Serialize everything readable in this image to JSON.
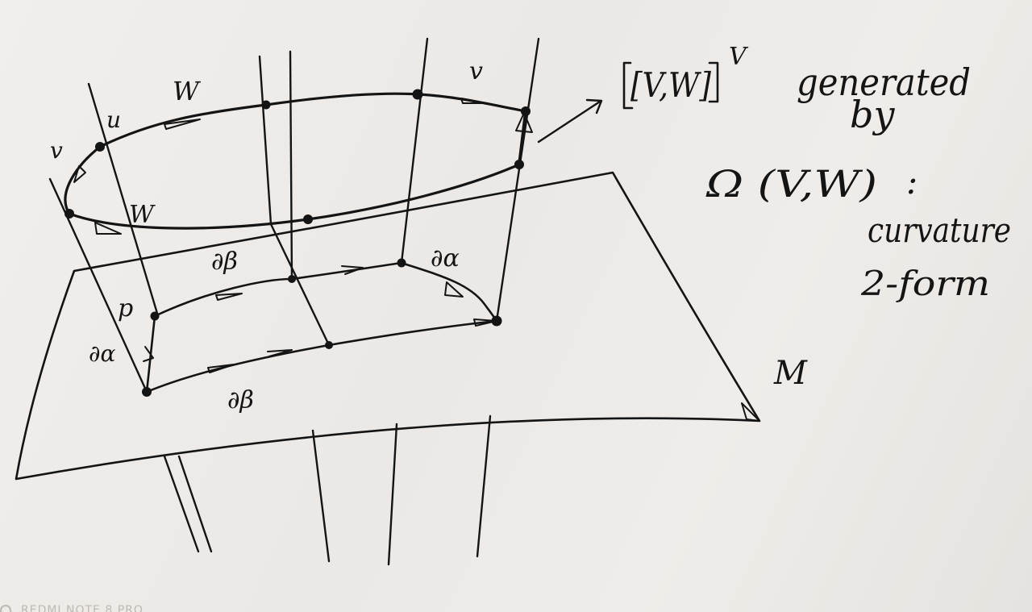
{
  "labels": {
    "w_top": "W",
    "v_top": "v",
    "u": "u",
    "v_left": "v",
    "w_left": "W",
    "d_beta_upper": "∂β",
    "d_alpha_right": "∂α",
    "p": "p",
    "d_alpha_left": "∂α",
    "d_beta_lower": "∂β",
    "manifold": "M"
  },
  "note": {
    "bracket": "[V,W]",
    "bracket_sup": "V",
    "line1": "generated",
    "line2": "by",
    "omega": "Ω (V,W)",
    "colon": ":",
    "line3": "curvature",
    "line4": "2-form"
  },
  "watermark": "REDMI NOTE 8 PRO",
  "colors": {
    "ink": "#141414",
    "paper": "#eeebe8"
  }
}
